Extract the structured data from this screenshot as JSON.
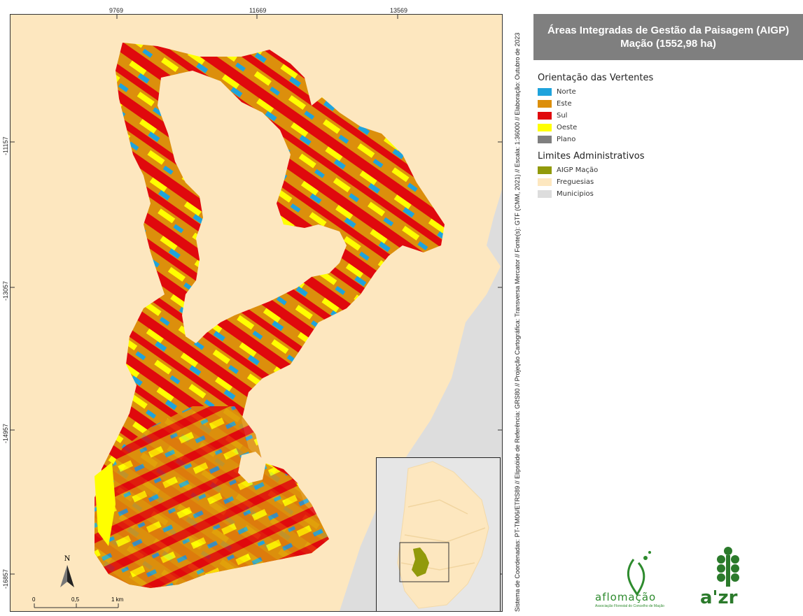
{
  "title": {
    "line1": "Áreas Integradas de Gestão da Paisagem (AIGP)",
    "line2": "Mação (1552,98 ha)"
  },
  "grid_labels": {
    "top": [
      "9769",
      "11669",
      "13569"
    ],
    "left": [
      "-11157",
      "-13057",
      "-14957",
      "-16857"
    ]
  },
  "credits": "Sistema de Coordenadas: PT-TM06/ETRS89 // Elipsóide de Referência: GRS80 // Projeção Cartográfica: Transversa Mercator // Fonte(s): GTF (CMM, 2021) // Escala: 1:36000 // Elaboração: Outubro de 2023",
  "legend": {
    "aspect_title": "Orientação das Vertentes",
    "aspect_items": [
      {
        "label": "Norte",
        "color": "#1fa3dc"
      },
      {
        "label": "Este",
        "color": "#dc8f0c"
      },
      {
        "label": "Sul",
        "color": "#e0090d"
      },
      {
        "label": "Oeste",
        "color": "#ffff00"
      },
      {
        "label": "Plano",
        "color": "#7f7f7f"
      }
    ],
    "admin_title": "Limites Administrativos",
    "admin_items": [
      {
        "label": "AIGP Mação",
        "color": "#919a0b"
      },
      {
        "label": "Freguesias",
        "color": "#fde7bf"
      },
      {
        "label": "Municipios",
        "color": "#dddddd"
      }
    ]
  },
  "scalebar": {
    "labels": [
      "0",
      "0,5",
      "1 km"
    ]
  },
  "north_label": "N",
  "logos": {
    "aflomacao_name": "aflomação",
    "aflomacao_subtitle": "Associação Florestal do Concelho de Mação",
    "azr_name": "a'zr"
  }
}
